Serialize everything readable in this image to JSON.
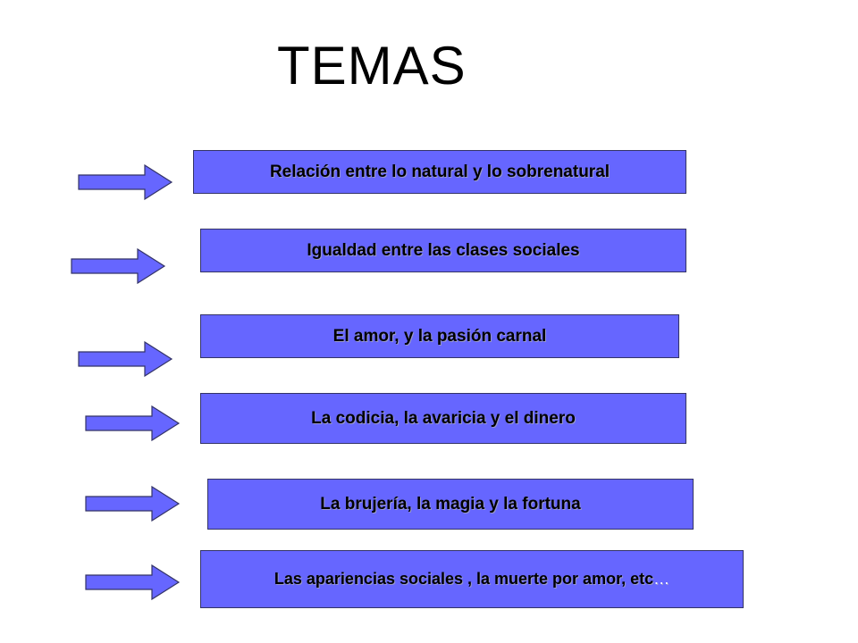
{
  "title": "TEMAS",
  "themes": [
    {
      "label": "Relación entre lo natural y lo sobrenatural",
      "suffix": ""
    },
    {
      "label": "Igualdad entre las clases sociales",
      "suffix": ""
    },
    {
      "label": "El amor, y la pasión carnal",
      "suffix": ""
    },
    {
      "label": "La codicia, la avaricia y el dinero",
      "suffix": ""
    },
    {
      "label": "La brujería, la magia y la fortuna",
      "suffix": ""
    },
    {
      "label": "Las apariencias sociales , la muerte por amor, etc",
      "suffix": "…"
    }
  ],
  "colors": {
    "box_fill": "#6666ff",
    "arrow_fill": "#6666ff",
    "arrow_stroke": "#333366",
    "text": "#000000"
  },
  "icons": [
    "right-arrow-icon"
  ]
}
